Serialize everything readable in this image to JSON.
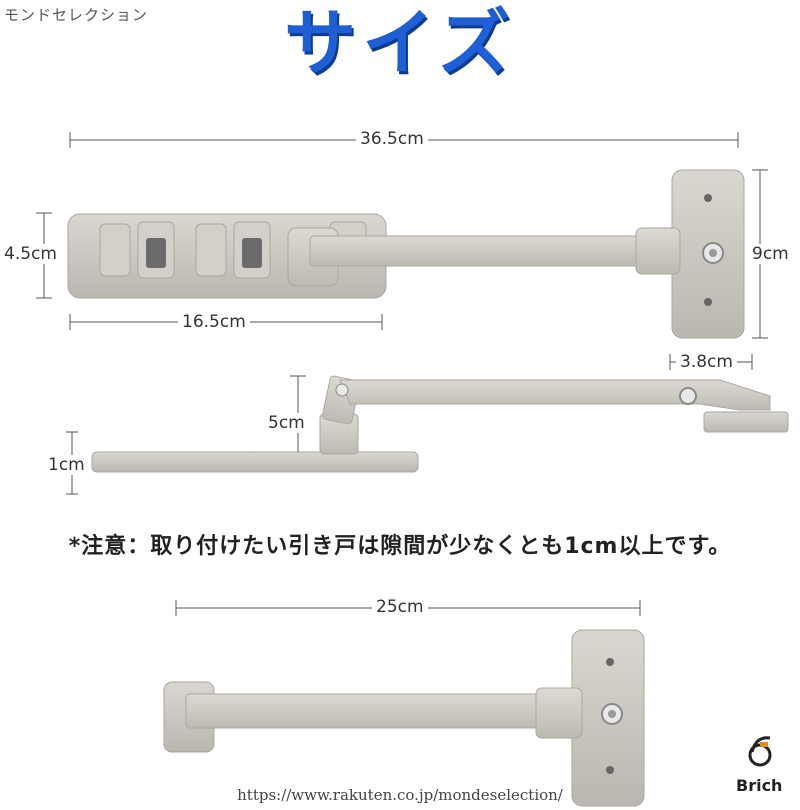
{
  "shop_name": "モンドセレクション",
  "title": "サイズ",
  "dimensions": {
    "total_length": "36.5cm",
    "height": "4.5cm",
    "base_length": "16.5cm",
    "bracket_height": "9cm",
    "bracket_depth": "3.8cm",
    "arm_height": "5cm",
    "base_thickness": "1cm",
    "arm_length": "25cm"
  },
  "note": "*注意：取り付けたい引き戸は隙間が少なくとも1cm以上です。",
  "url": "https://www.rakuten.co.jp/mondeselection/",
  "brand": "Brich",
  "colors": {
    "title": "#1f5fd6",
    "product": "#c9c7c0"
  }
}
